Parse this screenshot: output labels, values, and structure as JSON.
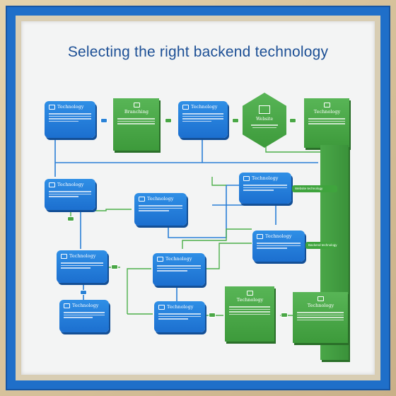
{
  "title": "Selecting the right backend technology",
  "nodes": {
    "n1": "Technology",
    "n2": "Branching",
    "n3": "Technology",
    "hex": "Website",
    "n5": "Technology",
    "n6": "Technology",
    "n7": "Technology",
    "n8": "Technology",
    "n9": "Technology",
    "n10": "Technology",
    "n11": "Technology",
    "n12": "Technology",
    "n13": "Technology",
    "n14": "Technology",
    "n15": "Technology"
  },
  "tags": {
    "t1": "Website technology",
    "t2": "Backend technology"
  },
  "colors": {
    "blue": "#1f6fc9",
    "green": "#3d9a3b",
    "title": "#1c4f95"
  }
}
